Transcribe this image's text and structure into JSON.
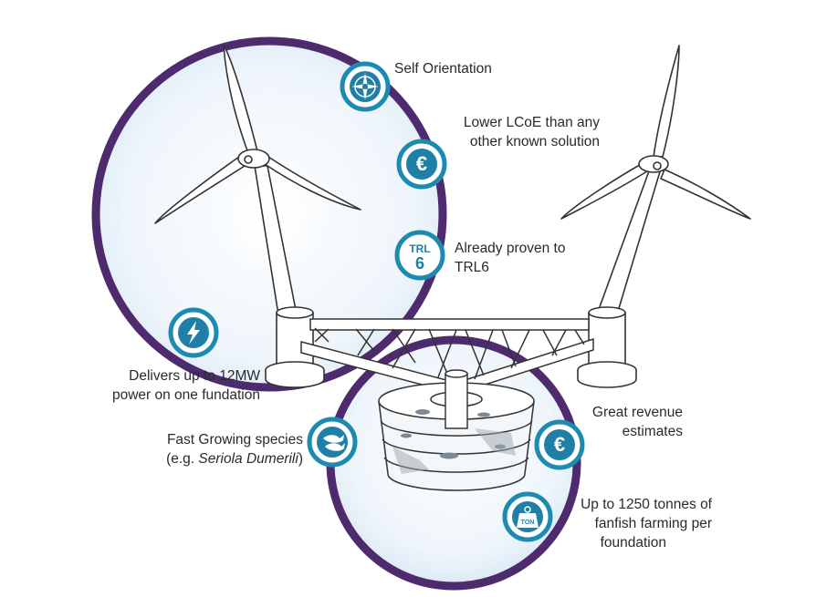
{
  "features": {
    "self_orientation": {
      "line1": "Self Orientation",
      "icon": "compass-icon"
    },
    "lcoe": {
      "line1": "Lower LCoE than any",
      "line2": "other known solution",
      "icon": "euro-icon"
    },
    "trl": {
      "line1": "Already proven to",
      "line2": "TRL6",
      "icon": "trl6-badge-icon",
      "badge_top": "TRL",
      "badge_bottom": "6"
    },
    "power": {
      "line1": "Delivers up to 12MW",
      "line2": "power on one fundation",
      "icon": "lightning-icon"
    },
    "species": {
      "line1": "Fast Growing species",
      "line2_prefix": "(e.g. ",
      "line2_italic": "Seriola Dumerili",
      "line2_suffix": ")",
      "icon": "fish-icon"
    },
    "revenue": {
      "line1": "Great revenue",
      "line2": "estimates",
      "icon": "euro-icon"
    },
    "tonnes": {
      "line1": "Up to 1250 tonnes of",
      "line2": "fanfish farming per",
      "line3": "foundation",
      "icon": "weight-icon",
      "badge": "TON"
    }
  },
  "colors": {
    "ring": "#4e2a6e",
    "icon_border": "#1d8bb0",
    "icon_fill": "#1f7fa6",
    "sky": "#dcebf6",
    "line": "#3a3a3a"
  }
}
